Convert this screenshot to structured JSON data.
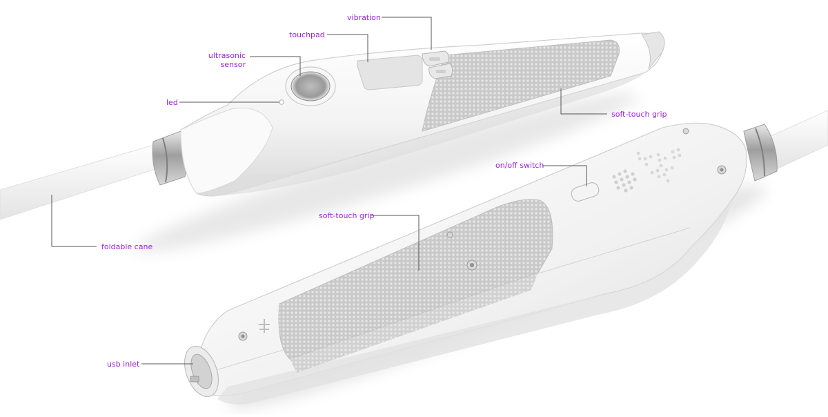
{
  "callouts": {
    "vibration": "vibration",
    "touchpad": "touchpad",
    "ultrasonic_sensor_line1": "ultrasonic",
    "ultrasonic_sensor_line2": "sensor",
    "led": "led",
    "soft_touch_grip_top": "soft-touch grip",
    "on_off_switch": "on/off switch",
    "soft_touch_grip_bottom": "soft-touch grip",
    "foldable_cane": "foldable cane",
    "usb_inlet": "usb inlet"
  },
  "colors": {
    "label": "#9b22d8",
    "leader_line": "#555555",
    "body": "#f4f4f4",
    "grip": "#cfcfcf",
    "metal": "#b8b8b8"
  },
  "icons": {
    "upper_handle": "handle-with-sensor-and-touchpad",
    "lower_handle": "handle-with-braille-and-switch"
  }
}
